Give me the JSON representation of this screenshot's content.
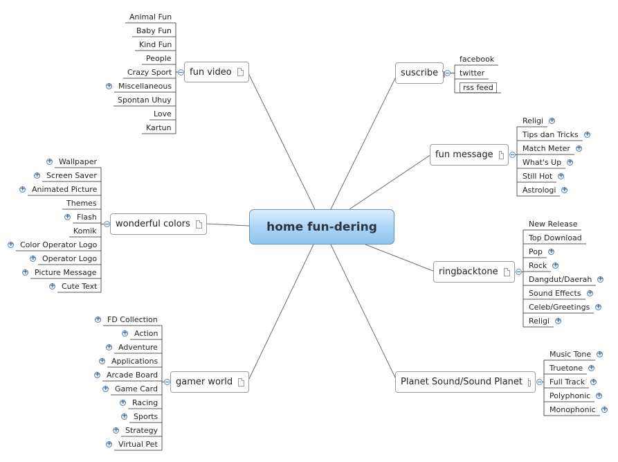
{
  "central": {
    "label": "home fun-dering"
  },
  "topics": [
    {
      "id": "fun-video",
      "label": "fun video",
      "side": "left",
      "children": [
        {
          "label": "Animal Fun",
          "expandable": false
        },
        {
          "label": "Baby Fun",
          "expandable": false
        },
        {
          "label": "Kind Fun",
          "expandable": false
        },
        {
          "label": "People",
          "expandable": false
        },
        {
          "label": "Crazy Sport",
          "expandable": false
        },
        {
          "label": "Miscellaneous",
          "expandable": true
        },
        {
          "label": "Spontan Uhuy",
          "expandable": false
        },
        {
          "label": "Love",
          "expandable": false
        },
        {
          "label": "Kartun",
          "expandable": false
        }
      ]
    },
    {
      "id": "wonderful-colors",
      "label": "wonderful colors",
      "side": "left",
      "children": [
        {
          "label": "Wallpaper",
          "expandable": true
        },
        {
          "label": "Screen Saver",
          "expandable": true
        },
        {
          "label": "Animated Picture",
          "expandable": true
        },
        {
          "label": "Themes",
          "expandable": false
        },
        {
          "label": "Flash",
          "expandable": true
        },
        {
          "label": "Komik",
          "expandable": false
        },
        {
          "label": "Color Operator Logo",
          "expandable": true
        },
        {
          "label": "Operator Logo",
          "expandable": true
        },
        {
          "label": "Picture Message",
          "expandable": true
        },
        {
          "label": "Cute Text",
          "expandable": true
        }
      ]
    },
    {
      "id": "gamer-world",
      "label": "gamer world",
      "side": "left",
      "children": [
        {
          "label": "FD Collection",
          "expandable": true
        },
        {
          "label": "Action",
          "expandable": true
        },
        {
          "label": "Adventure",
          "expandable": true
        },
        {
          "label": "Applications",
          "expandable": true
        },
        {
          "label": "Arcade Board",
          "expandable": true
        },
        {
          "label": "Game Card",
          "expandable": true
        },
        {
          "label": "Racing",
          "expandable": true
        },
        {
          "label": "Sports",
          "expandable": true
        },
        {
          "label": "Strategy",
          "expandable": true
        },
        {
          "label": "Virtual Pet",
          "expandable": true
        }
      ]
    },
    {
      "id": "suscribe",
      "label": "suscribe",
      "side": "right",
      "children": [
        {
          "label": "facebook",
          "expandable": false
        },
        {
          "label": "twitter",
          "expandable": false
        },
        {
          "label": "rss feed",
          "expandable": false,
          "boxed": true
        }
      ]
    },
    {
      "id": "fun-message",
      "label": "fun message",
      "side": "right",
      "children": [
        {
          "label": "Religi",
          "expandable": true
        },
        {
          "label": "Tips dan Tricks",
          "expandable": true
        },
        {
          "label": "Match Meter",
          "expandable": true
        },
        {
          "label": "What's Up",
          "expandable": true
        },
        {
          "label": "Still Hot",
          "expandable": true
        },
        {
          "label": "Astrologi",
          "expandable": true
        }
      ]
    },
    {
      "id": "ringbacktone",
      "label": "ringbacktone",
      "side": "right",
      "children": [
        {
          "label": "New Release",
          "expandable": false
        },
        {
          "label": "Top Download",
          "expandable": false
        },
        {
          "label": "Pop",
          "expandable": true
        },
        {
          "label": "Rock",
          "expandable": true
        },
        {
          "label": "Dangdut/Daerah",
          "expandable": true
        },
        {
          "label": "Sound Effects",
          "expandable": true
        },
        {
          "label": "Celeb/Greetings",
          "expandable": true
        },
        {
          "label": "Religi",
          "expandable": true
        }
      ]
    },
    {
      "id": "planet-sound",
      "label": "Planet Sound/Sound Planet",
      "side": "right",
      "children": [
        {
          "label": "Music Tone",
          "expandable": true
        },
        {
          "label": "Truetone",
          "expandable": true
        },
        {
          "label": "Full Track",
          "expandable": true
        },
        {
          "label": "Polyphonic",
          "expandable": true
        },
        {
          "label": "Monophonic",
          "expandable": true
        }
      ]
    }
  ]
}
